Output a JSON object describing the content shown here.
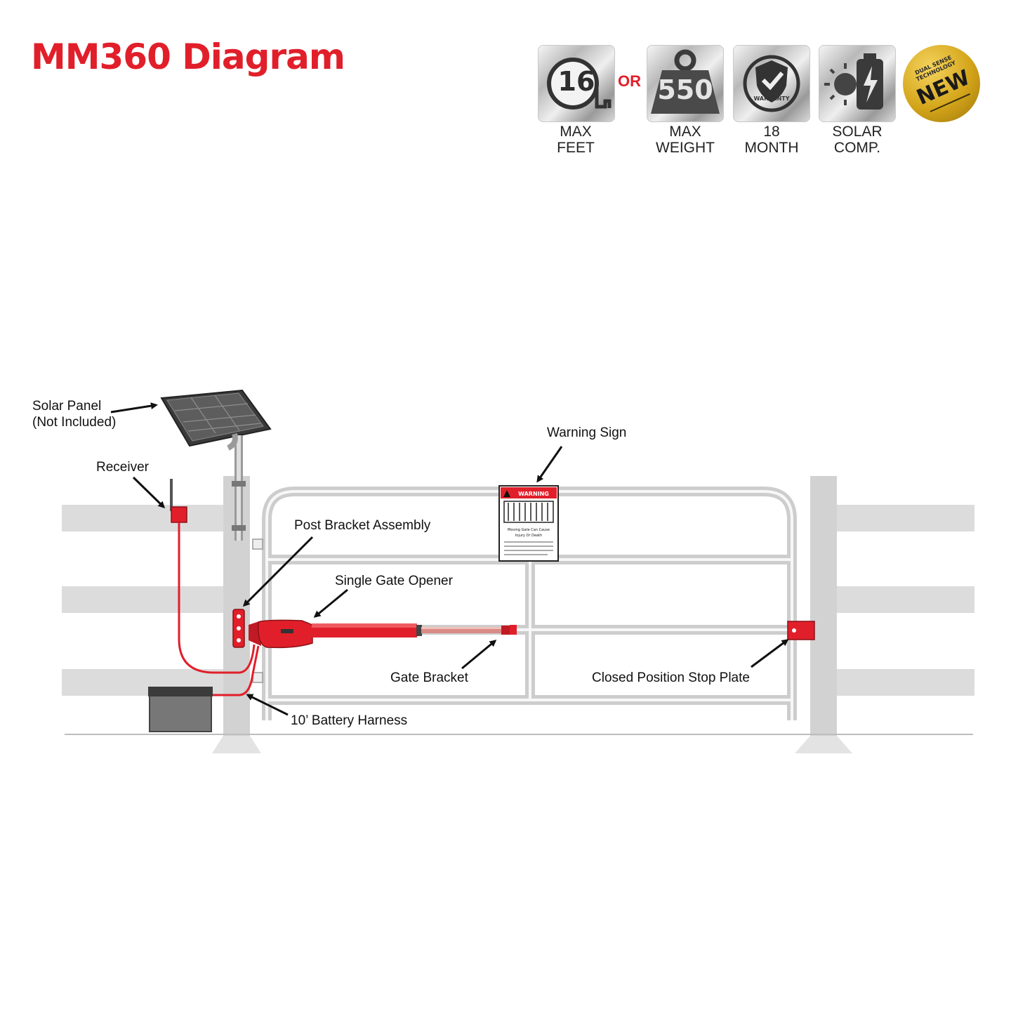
{
  "title": "MM360 Diagram",
  "badges": [
    {
      "icon": "tape-measure-icon",
      "value": "16",
      "label_line1": "MAX",
      "label_line2": "FEET"
    },
    {
      "icon": "weight-icon",
      "value": "550",
      "label_line1": "MAX",
      "label_line2": "WEIGHT"
    },
    {
      "icon": "warranty-shield-icon",
      "value": "WARRANTY",
      "label_line1": "18",
      "label_line2": "MONTH"
    },
    {
      "icon": "solar-battery-icon",
      "value": "",
      "label_line1": "SOLAR",
      "label_line2": "COMP."
    }
  ],
  "or_text": "OR",
  "new_badge": {
    "sub_line1": "DUAL SENSE",
    "sub_line2": "TECHNOLOGY",
    "word": "NEW"
  },
  "warning_sign": {
    "header": "WARNING",
    "line1": "Moving Gate Can Cause",
    "line2": "Injury Or Death"
  },
  "callouts": {
    "solar_panel_line1": "Solar Panel",
    "solar_panel_line2": "(Not Included)",
    "receiver": "Receiver",
    "warning_sign": "Warning Sign",
    "post_bracket": "Post Bracket Assembly",
    "gate_opener": "Single Gate Opener",
    "gate_bracket": "Gate Bracket",
    "stop_plate": "Closed Position Stop Plate",
    "battery_harness": "10’ Battery Harness"
  },
  "colors": {
    "accent": "#e11f2a",
    "fence": "#dcdcdc",
    "gate": "#cfcfcf",
    "ink": "#111111"
  }
}
